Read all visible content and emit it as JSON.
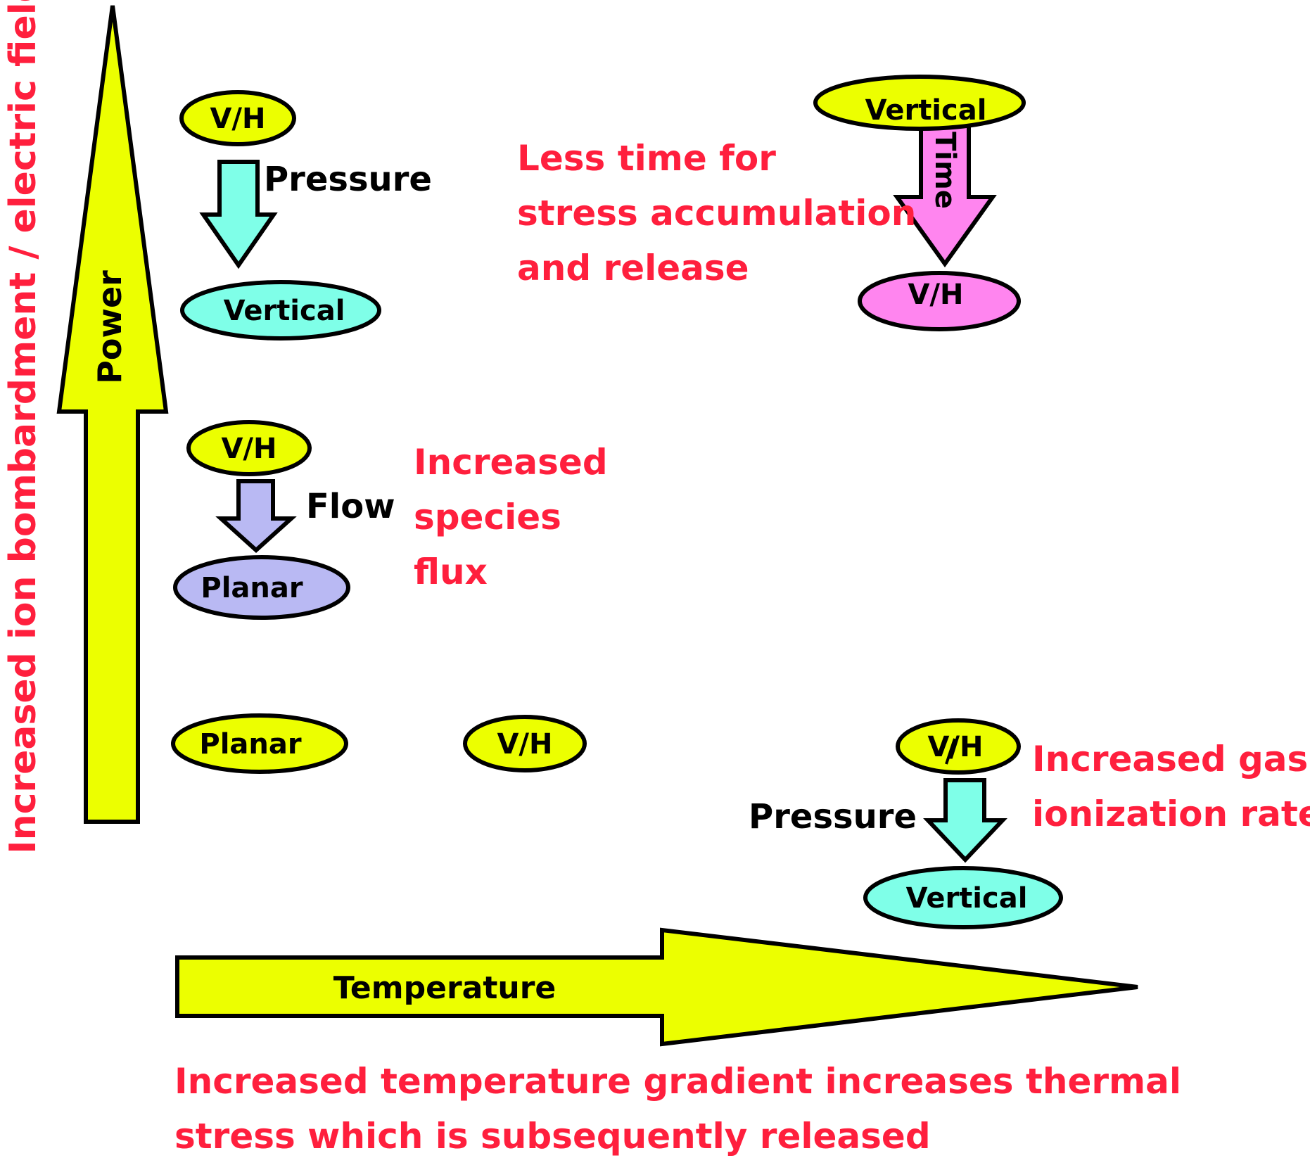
{
  "colors": {
    "yellow": "#ecff00",
    "cyan": "#7fffe8",
    "lavender": "#b9b9f3",
    "pink": "#ff85ef",
    "red_text": "#ff1f3d",
    "outline": "#000000"
  },
  "axes": {
    "y_axis_label": "Increased ion bombardment / electric field",
    "power_label": "Power",
    "temperature_label": "Temperature"
  },
  "nodes": {
    "top_left_vh": "V/H",
    "top_left_vertical": "Vertical",
    "mid_left_vh": "V/H",
    "mid_left_planar": "Planar",
    "bottom_left_planar": "Planar",
    "bottom_mid_vh": "V/H",
    "top_right_vertical": "Vertical",
    "top_right_vh": "V/H",
    "bottom_right_vh": "V/H",
    "bottom_right_vertical": "Vertical"
  },
  "arrows": {
    "pressure_top": "Pressure",
    "flow": "Flow",
    "time": "Time",
    "pressure_bottom": "Pressure"
  },
  "notes": {
    "less_time": [
      "Less time for",
      "stress accumulation",
      "and release"
    ],
    "species_flux": [
      "Increased",
      "species",
      "flux"
    ],
    "gas_ionization": [
      "Increased gas",
      "ionization rate"
    ],
    "temperature_gradient": [
      "Increased temperature gradient increases thermal",
      "stress which is subsequently released"
    ]
  }
}
